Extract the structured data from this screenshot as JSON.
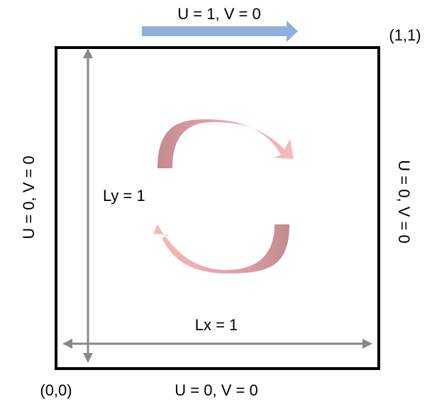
{
  "diagram": {
    "top_boundary": "U = 1, V = 0",
    "bottom_boundary": "U = 0, V = 0",
    "left_boundary": "U = 0, V = 0",
    "right_boundary": "U = 0, V = 0",
    "corner_top_right": "(1,1)",
    "corner_bottom_left": "(0,0)",
    "height_label": "Ly = 1",
    "width_label": "Lx = 1"
  },
  "colors": {
    "velocity_arrow": "#8fb0d8",
    "box_border": "#000000",
    "dimension_arrow": "#888888",
    "vortex_dark": "#c48a8d",
    "vortex_light": "#f4b4b6"
  },
  "icons": {
    "vortex": "clockwise-circulation-arrows"
  }
}
